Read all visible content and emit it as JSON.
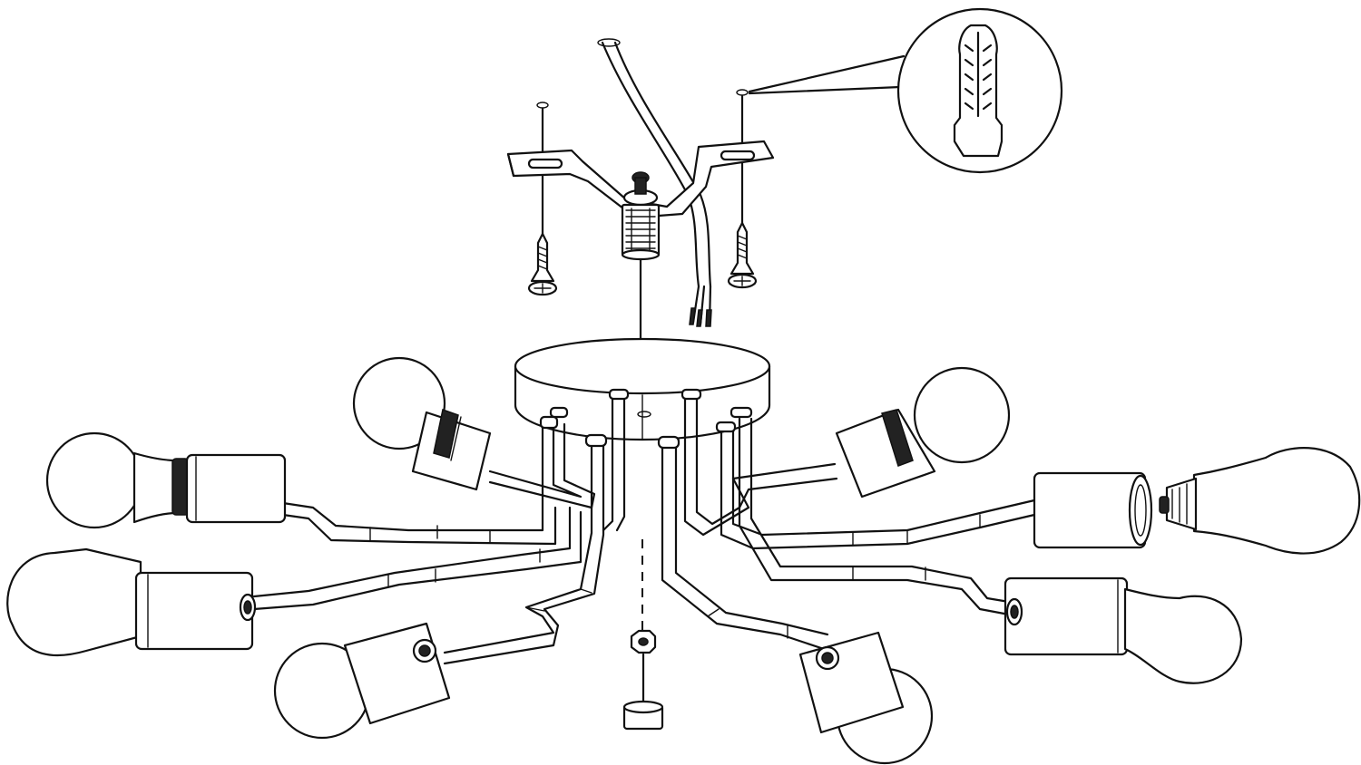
{
  "diagram": {
    "type": "exploded-assembly",
    "parts": [
      {
        "id": "mounting-bracket",
        "icon": "bracket-icon"
      },
      {
        "id": "threaded-rod",
        "icon": "threaded-rod-icon"
      },
      {
        "id": "supply-cable",
        "icon": "cable-icon"
      },
      {
        "id": "wall-plug",
        "icon": "wall-plug-icon"
      },
      {
        "id": "screw",
        "count": 2,
        "icon": "screw-icon"
      },
      {
        "id": "canopy",
        "icon": "canopy-icon"
      },
      {
        "id": "arm-socket",
        "count": 8,
        "icon": "lamp-socket-icon"
      },
      {
        "id": "bulb",
        "count": 8,
        "icon": "bulb-icon"
      },
      {
        "id": "nut",
        "icon": "nut-icon"
      },
      {
        "id": "cap",
        "icon": "cap-nut-icon"
      }
    ],
    "line_color": "#111111",
    "background": "#ffffff"
  }
}
